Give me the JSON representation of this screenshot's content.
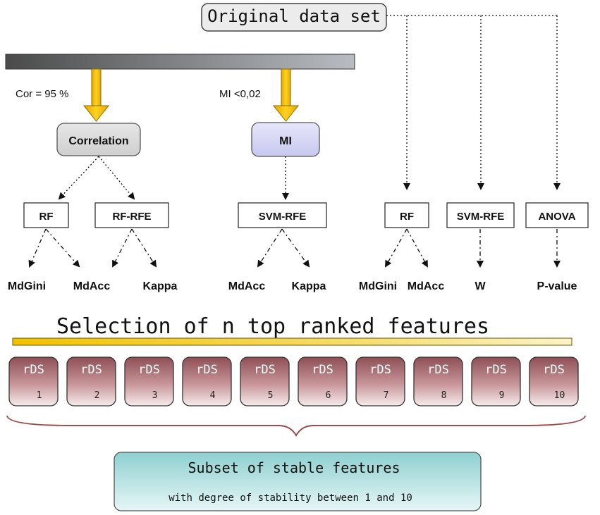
{
  "top": {
    "original": "Original data set"
  },
  "filters": {
    "cor_label": "Cor = 95 %",
    "mi_label": "MI <0,02"
  },
  "nodes": {
    "correlation": "Correlation",
    "mi": "MI",
    "rf_a": "RF",
    "rf_rfe": "RF-RFE",
    "svm_rfe_a": "SVM-RFE",
    "rf_b": "RF",
    "svm_rfe_b": "SVM-RFE",
    "anova": "ANOVA"
  },
  "metrics": {
    "mdgini_a": "MdGini",
    "mdacc_a": "MdAcc",
    "kappa_a": "Kappa",
    "mdacc_b": "MdAcc",
    "kappa_b": "Kappa",
    "mdgini_b": "MdGini",
    "mdacc_c": "MdAcc",
    "w": "W",
    "pvalue": "P-value"
  },
  "selection": {
    "title": "Selection of n top ranked features"
  },
  "rds": {
    "label": "rDS",
    "numbers": [
      "1",
      "2",
      "3",
      "4",
      "5",
      "6",
      "7",
      "8",
      "9",
      "10"
    ]
  },
  "subset": {
    "title": "Subset of stable features",
    "subtitle": "with degree of stability between 1 and 10"
  },
  "colors": {
    "gray_bar": "#6e6e6e",
    "yellow": "#f5c400",
    "rds_fill": "#a56a6e",
    "subset_fill": "#a9dcdc",
    "mi_fill": "#d8d8f6",
    "brace": "#9c4a4a"
  }
}
